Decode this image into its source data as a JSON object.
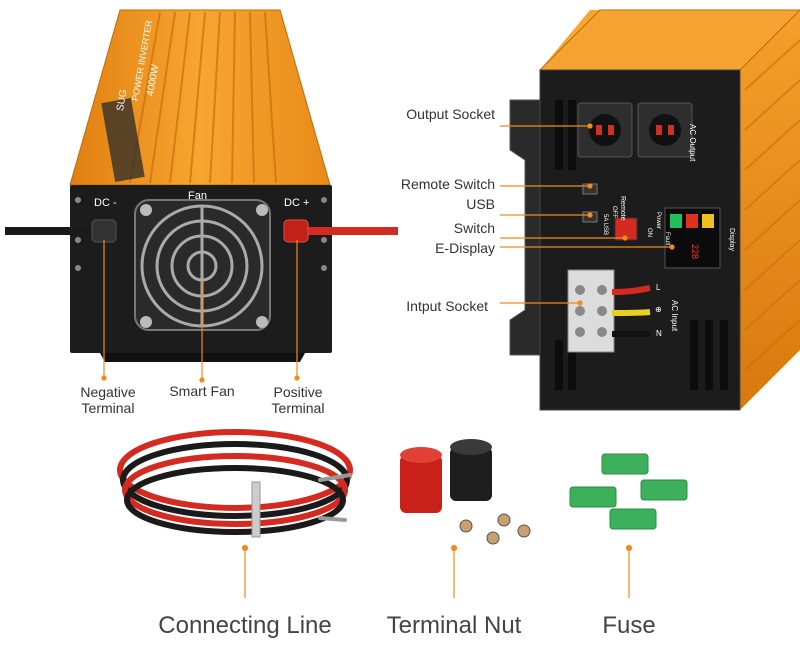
{
  "front_view": {
    "brand_logo": "SUG",
    "product_name": "POWER INVERTER",
    "rating": "4000W",
    "fan_label": "Fan",
    "dc_negative_label": "DC -",
    "dc_positive_label": "DC +",
    "callouts": {
      "negative_terminal": [
        "Negative",
        "Terminal"
      ],
      "smart_fan": "Smart Fan",
      "positive_terminal": [
        "Positive",
        "Terminal"
      ]
    }
  },
  "rear_view": {
    "callouts": {
      "output_socket": "Output Socket",
      "remote_switch_usb": [
        "Remote Switch",
        "USB"
      ],
      "switch": "Switch",
      "e_display": "E-Display",
      "input_socket": "Intput Socket"
    },
    "panel_labels": {
      "ac_output": "AC Output",
      "remote": "Remote",
      "usb": "5A USB",
      "off": "OFF",
      "on": "ON",
      "power": "Power",
      "fault": "Fault",
      "display": "Display",
      "ac_input": "AC Input",
      "terminal_l": "L",
      "terminal_ground": "⊕",
      "terminal_n": "N"
    },
    "display_readout": "228"
  },
  "accessories": {
    "connecting_line": "Connecting Line",
    "terminal_nut": "Terminal Nut",
    "fuse": "Fuse"
  },
  "colors": {
    "housing_orange": "#f2941e",
    "panel_black": "#1c1c1c",
    "callout_orange": "#f08a1c",
    "cable_red": "#d42a20",
    "fuse_green": "#3cb05a"
  }
}
